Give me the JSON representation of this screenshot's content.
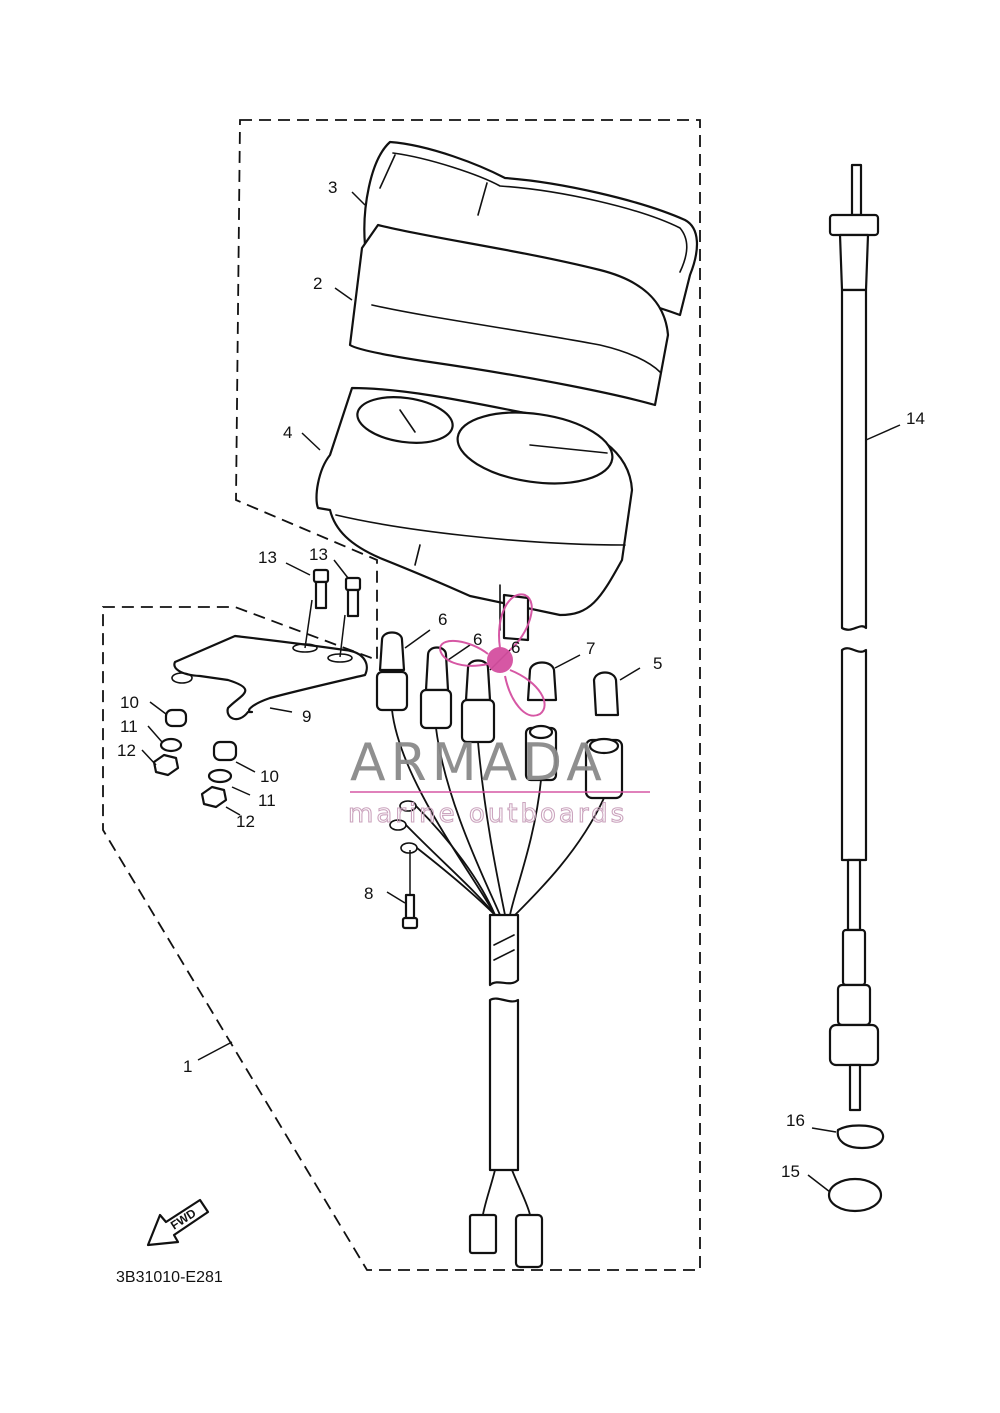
{
  "diagram_code": "3B31010-E281",
  "fwd_label": "FWD",
  "watermark": {
    "brand": "ARMADA",
    "tagline": "marine outboards",
    "accent_color": "#d44fa0"
  },
  "callouts": {
    "c1": "1",
    "c2": "2",
    "c3": "3",
    "c4": "4",
    "c5": "5",
    "c6a": "6",
    "c6b": "6",
    "c6c": "6",
    "c7": "7",
    "c8": "8",
    "c9": "9",
    "c10a": "10",
    "c10b": "10",
    "c11a": "11",
    "c11b": "11",
    "c12a": "12",
    "c12b": "12",
    "c13a": "13",
    "c13b": "13",
    "c14": "14",
    "c15": "15",
    "c16": "16"
  }
}
